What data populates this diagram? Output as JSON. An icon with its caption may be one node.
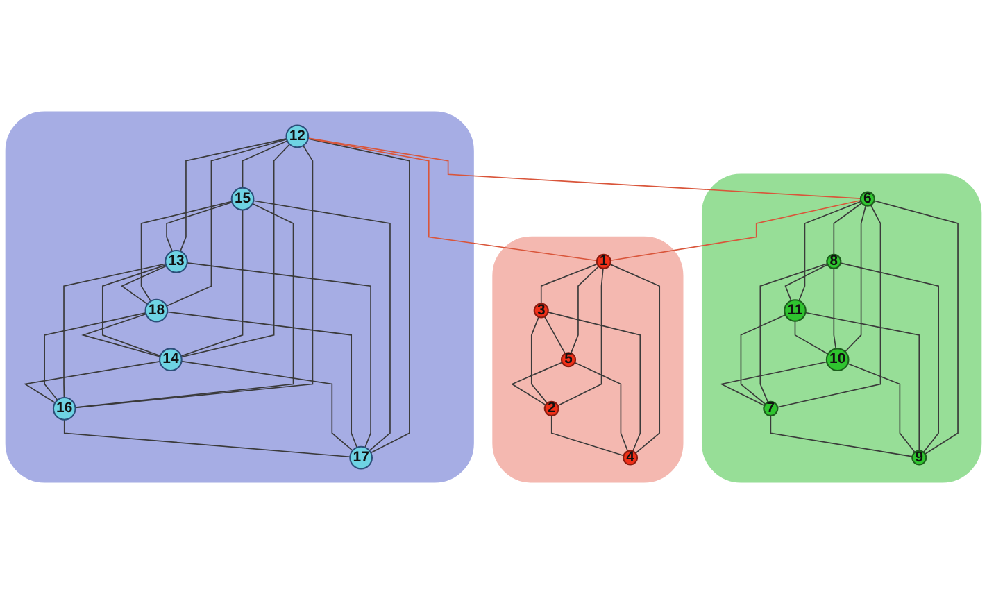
{
  "diagram": {
    "nodes": [
      {
        "text": [],
        "shape": "blob"
      },
      {
        "text": [
          "8"
        ],
        "in": 0
      },
      {
        "text": [
          "11"
        ],
        "in": 0
      },
      {
        "text": [
          "10"
        ],
        "in": 0
      },
      {
        "text": [
          "7"
        ],
        "in": 0
      },
      {
        "text": [
          "9"
        ],
        "in": 0
      },
      {
        "text": [
          "6"
        ],
        "in": 0
      },
      {
        "text": [],
        "shape": "blob"
      },
      {
        "text": [
          "3"
        ],
        "in": 7
      },
      {
        "text": [
          "5"
        ],
        "in": 7
      },
      {
        "text": [
          "1"
        ],
        "in": 7
      },
      {
        "text": [
          "2"
        ],
        "in": 7
      },
      {
        "text": [
          "4"
        ],
        "in": 7
      },
      {
        "text": [],
        "shape": "blob"
      },
      {
        "text": [
          "12"
        ],
        "in": 13
      },
      {
        "text": [
          "15"
        ],
        "in": 13
      },
      {
        "text": [
          "13"
        ],
        "in": 13
      },
      {
        "text": [
          "18"
        ],
        "in": 13
      },
      {
        "text": [
          "14"
        ],
        "in": 13
      },
      {
        "text": [
          "16"
        ],
        "in": 13
      },
      {
        "text": [
          "17"
        ],
        "in": 13
      }
    ],
    "edges": [
      {
        "from": 6,
        "to": 1,
        "arrow": "none"
      },
      {
        "from": 6,
        "to": 2,
        "arrow": "none"
      },
      {
        "from": 6,
        "to": 3,
        "arrow": "none"
      },
      {
        "from": 6,
        "to": 4,
        "arrow": "none"
      },
      {
        "from": 6,
        "to": 5,
        "arrow": "none"
      },
      {
        "from": 1,
        "to": 2,
        "arrow": "none"
      },
      {
        "from": 1,
        "to": 3,
        "arrow": "none"
      },
      {
        "from": 1,
        "to": 4,
        "arrow": "none"
      },
      {
        "from": 1,
        "to": 5,
        "arrow": "none"
      },
      {
        "from": 2,
        "to": 3,
        "arrow": "none"
      },
      {
        "from": 2,
        "to": 4,
        "arrow": "none"
      },
      {
        "from": 2,
        "to": 5,
        "arrow": "none"
      },
      {
        "from": 3,
        "to": 4,
        "arrow": "none"
      },
      {
        "from": 3,
        "to": 5,
        "arrow": "none"
      },
      {
        "from": 4,
        "to": 5,
        "arrow": "none"
      },
      {
        "from": 10,
        "to": 8,
        "arrow": "none"
      },
      {
        "from": 10,
        "to": 9,
        "arrow": "none"
      },
      {
        "from": 10,
        "to": 11,
        "arrow": "none"
      },
      {
        "from": 10,
        "to": 12,
        "arrow": "none"
      },
      {
        "from": 8,
        "to": 9,
        "arrow": "none"
      },
      {
        "from": 8,
        "to": 11,
        "arrow": "none"
      },
      {
        "from": 8,
        "to": 12,
        "arrow": "none"
      },
      {
        "from": 9,
        "to": 11,
        "arrow": "none"
      },
      {
        "from": 9,
        "to": 12,
        "arrow": "none"
      },
      {
        "from": 11,
        "to": 12,
        "arrow": "none"
      },
      {
        "from": 14,
        "to": 15,
        "arrow": "none"
      },
      {
        "from": 14,
        "to": 16,
        "arrow": "none"
      },
      {
        "from": 14,
        "to": 17,
        "arrow": "none"
      },
      {
        "from": 14,
        "to": 18,
        "arrow": "none"
      },
      {
        "from": 14,
        "to": 19,
        "arrow": "none"
      },
      {
        "from": 14,
        "to": 20,
        "arrow": "none"
      },
      {
        "from": 15,
        "to": 16,
        "arrow": "none"
      },
      {
        "from": 15,
        "to": 17,
        "arrow": "none"
      },
      {
        "from": 15,
        "to": 18,
        "arrow": "none"
      },
      {
        "from": 15,
        "to": 19,
        "arrow": "none"
      },
      {
        "from": 15,
        "to": 20,
        "arrow": "none"
      },
      {
        "from": 16,
        "to": 17,
        "arrow": "none"
      },
      {
        "from": 16,
        "to": 18,
        "arrow": "none"
      },
      {
        "from": 16,
        "to": 19,
        "arrow": "none"
      },
      {
        "from": 16,
        "to": 20,
        "arrow": "none"
      },
      {
        "from": 17,
        "to": 18,
        "arrow": "none"
      },
      {
        "from": 17,
        "to": 19,
        "arrow": "none"
      },
      {
        "from": 17,
        "to": 20,
        "arrow": "none"
      },
      {
        "from": 18,
        "to": 19,
        "arrow": "none"
      },
      {
        "from": 18,
        "to": 20,
        "arrow": "none"
      },
      {
        "from": 19,
        "to": 20,
        "arrow": "none"
      },
      {
        "from": 14,
        "to": 6,
        "arrow": "none",
        "color": "#d9553a"
      },
      {
        "from": 6,
        "to": 10,
        "arrow": "none",
        "color": "#d9553a"
      },
      {
        "from": 14,
        "to": 10,
        "arrow": "none",
        "color": "#d9553a"
      }
    ]
  }
}
